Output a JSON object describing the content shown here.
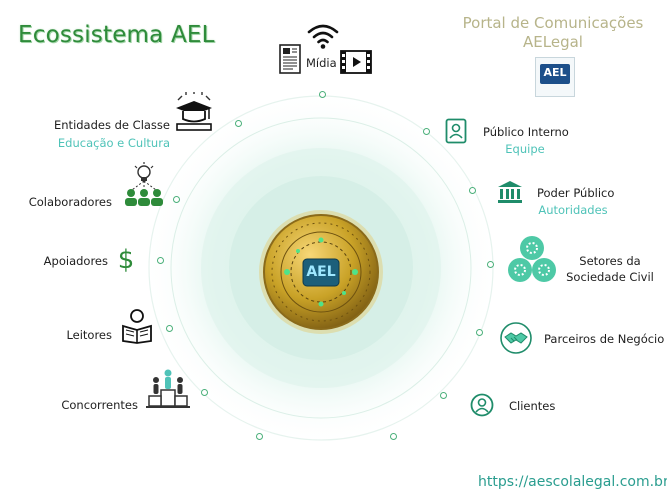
{
  "header": {
    "title": "Ecossistema AEL",
    "portal_line1": "Portal de Comunicações",
    "portal_line2": "AELegal",
    "logo_text": "AEL"
  },
  "hub": {
    "label": "AEL"
  },
  "stakeholders": {
    "midia": {
      "label": "Mídia"
    },
    "entidades": {
      "label": "Entidades de Classe",
      "sub": "Educação e Cultura"
    },
    "colaboradores": {
      "label": "Colaboradores"
    },
    "apoiadores": {
      "label": "Apoiadores"
    },
    "leitores": {
      "label": "Leitores"
    },
    "concorrentes": {
      "label": "Concorrentes"
    },
    "publico_interno": {
      "label": "Público Interno",
      "sub": "Equipe"
    },
    "poder_publico": {
      "label": "Poder Público",
      "sub": "Autoridades"
    },
    "setores": {
      "label_line1": "Setores da",
      "label_line2": "Sociedade Civil"
    },
    "parceiros": {
      "label": "Parceiros de Negócio"
    },
    "clientes": {
      "label": "Clientes"
    }
  },
  "footer": {
    "url": "https://aescolalegal.com.br"
  },
  "colors": {
    "title": "#2e8b3a",
    "accent": "#4fc3b8",
    "icon": "#1f8c6a",
    "hub_gold": "#c9a227",
    "ring": "#d9efe6"
  },
  "icons": [
    "wifi-icon",
    "newspaper-icon",
    "video-icon",
    "graduation-cap-icon",
    "lightbulb-team-icon",
    "dollar-icon",
    "reader-book-icon",
    "podium-icon",
    "id-badge-icon",
    "government-building-icon",
    "gears-icon",
    "handshake-icon",
    "user-circle-icon"
  ]
}
